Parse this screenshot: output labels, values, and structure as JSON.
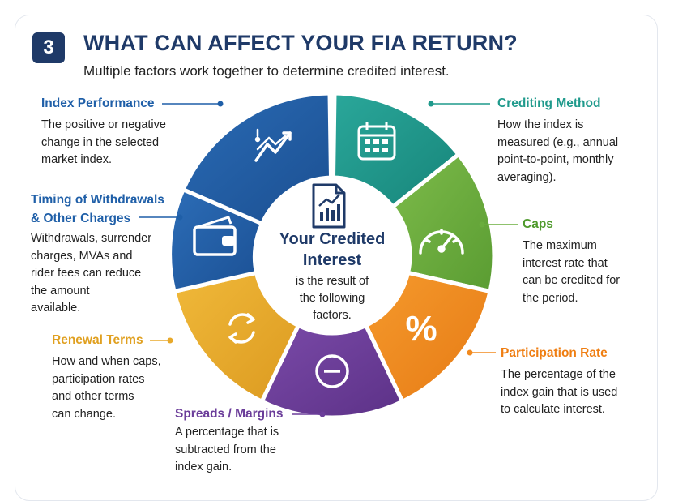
{
  "header": {
    "step": "3",
    "title": "WHAT CAN AFFECT YOUR FIA RETURN?",
    "subtitle": "Multiple factors work together to determine credited interest."
  },
  "center": {
    "title_line1": "Your Credited",
    "title_line2": "Interest",
    "desc_line1": "is the result of",
    "desc_line2": "the following",
    "desc_line3": "factors."
  },
  "factors": [
    {
      "title": "Index Performance",
      "color": "#1f5fa8",
      "icon": "trend-chart-icon",
      "desc": [
        "The positive or negative",
        "change in the selected",
        "market index."
      ]
    },
    {
      "title": "Crediting Method",
      "color": "#1f9a8c",
      "icon": "calendar-icon",
      "desc": [
        "How the index is",
        "measured (e.g., annual",
        "point-to-point, monthly",
        "averaging)."
      ]
    },
    {
      "title": "Caps",
      "color": "#6aad3d",
      "icon": "speedometer-icon",
      "desc": [
        "The maximum",
        "interest rate that",
        "can be credited for",
        "the period."
      ]
    },
    {
      "title": "Participation Rate",
      "color": "#f28a1e",
      "icon": "percent-icon",
      "desc": [
        "The percentage of the",
        "index gain that is used",
        "to calculate interest."
      ]
    },
    {
      "title": "Spreads / Margins",
      "color": "#6b3d9a",
      "icon": "minus-circle-icon",
      "desc": [
        "A percentage that is",
        "subtracted from the",
        "index gain."
      ]
    },
    {
      "title": "Renewal Terms",
      "color": "#e8a92a",
      "icon": "refresh-icon",
      "desc": [
        "How and when caps,",
        "participation rates",
        "and other terms",
        "can change."
      ]
    },
    {
      "title_line1": "Timing of Withdrawals",
      "title_line2": "& Other Charges",
      "color": "#1f5fa8",
      "icon": "wallet-icon",
      "desc": [
        "Withdrawals, surrender",
        "charges, MVAs and",
        "rider fees can reduce",
        "the amount",
        "available."
      ]
    }
  ]
}
